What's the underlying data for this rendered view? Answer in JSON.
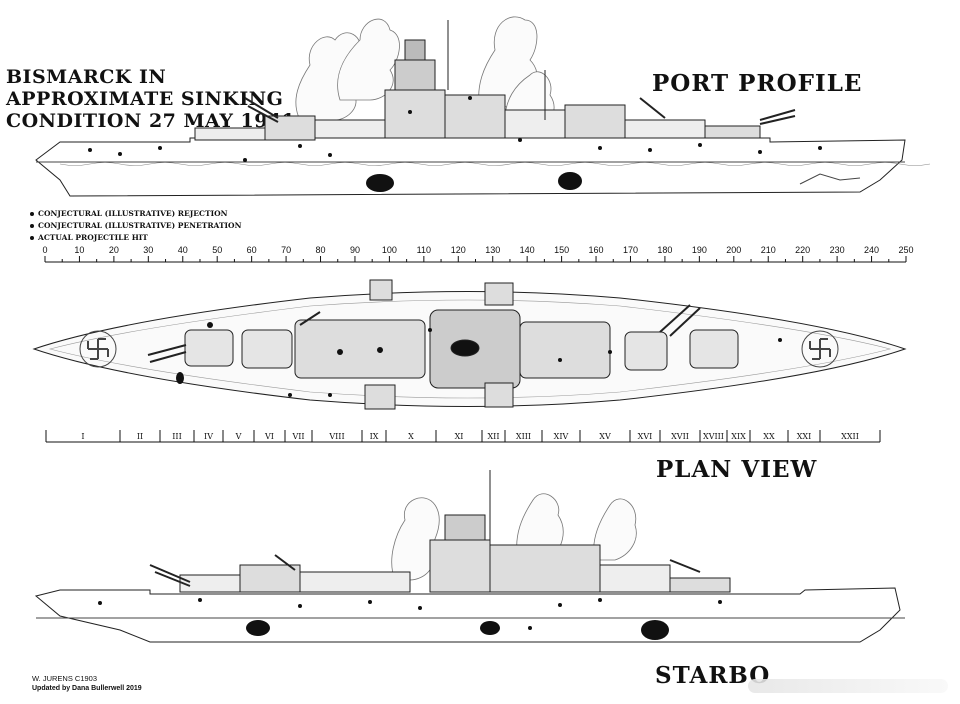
{
  "title": {
    "line1": "BISMARCK IN",
    "line2": "APPROXIMATE SINKING",
    "line3": "CONDITION 27 MAY 1941"
  },
  "views": {
    "port": "PORT PROFILE",
    "plan": "PLAN VIEW",
    "starboard": "STARBO"
  },
  "legend": [
    {
      "label": "CONJECTURAL (ILLUSTRATIVE) REJECTION"
    },
    {
      "label": "CONJECTURAL (ILLUSTRATIVE) PENETRATION"
    },
    {
      "label": "ACTUAL PROJECTILE HIT"
    }
  ],
  "scale": {
    "ticks": [
      "0",
      "10",
      "20",
      "30",
      "40",
      "50",
      "60",
      "70",
      "80",
      "90",
      "100",
      "110",
      "120",
      "130",
      "140",
      "150",
      "160",
      "170",
      "180",
      "190",
      "200",
      "210",
      "220",
      "230",
      "240",
      "250"
    ]
  },
  "sections": [
    "I",
    "II",
    "III",
    "IV",
    "V",
    "VI",
    "VII",
    "VIII",
    "IX",
    "X",
    "XI",
    "XII",
    "XIII",
    "XIV",
    "XV",
    "XVI",
    "XVII",
    "XVIII",
    "XIX",
    "XX",
    "XXI",
    "XXII"
  ],
  "credits": {
    "author": "W. JURENS C1903",
    "update": "Updated by Dana Bullerwell 2019"
  }
}
